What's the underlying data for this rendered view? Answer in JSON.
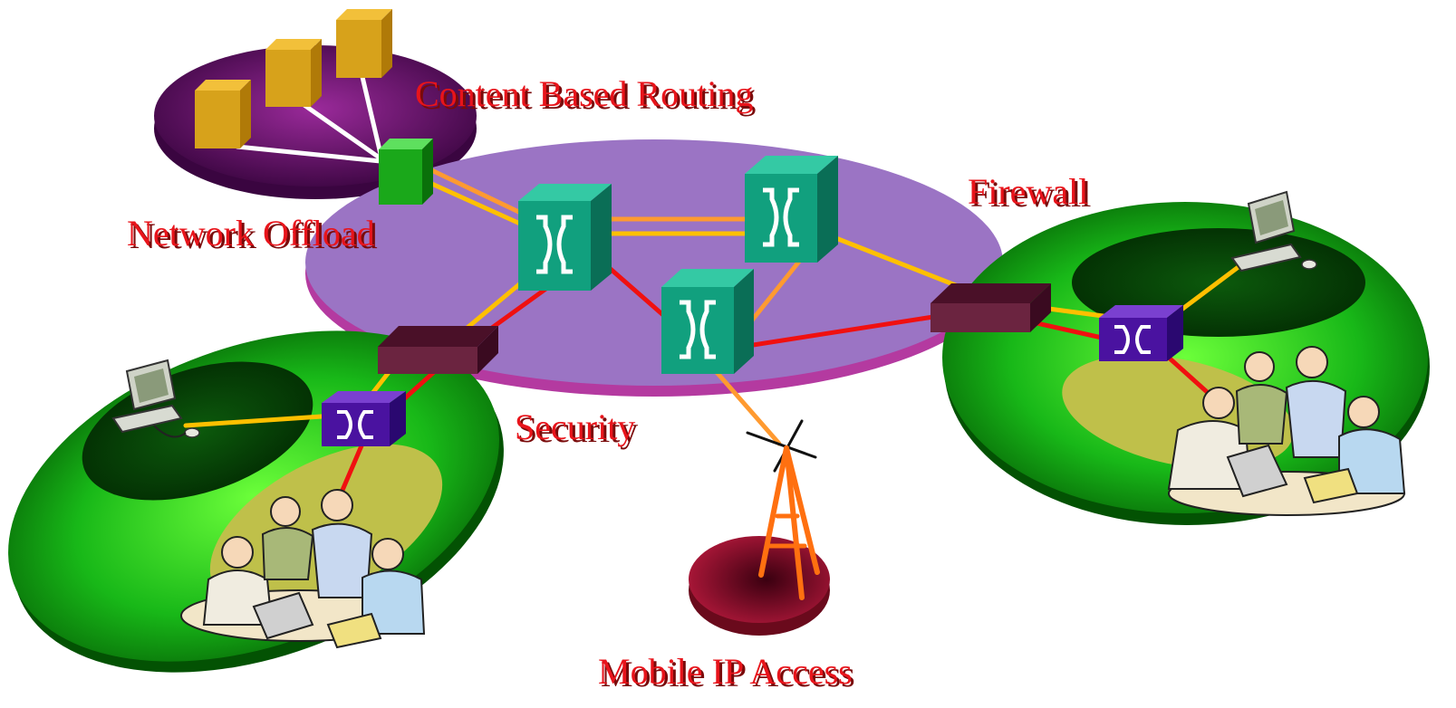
{
  "labels": {
    "content_based_routing": "Content Based Routing",
    "network_offload": "Network Offload",
    "firewall": "Firewall",
    "security": "Security",
    "mobile_ip_access": "Mobile IP Access"
  },
  "colors": {
    "label_red": "#e8141b",
    "core_ring": "#9b74c4",
    "core_rim": "#c43aa8",
    "offload_ring": "#6a0f6a",
    "campus_green": "#1fbf1f",
    "router_teal": "#11a07e",
    "edge_switch": "#4a12a0",
    "firewall_box": "#6b2440",
    "server_gold": "#d7a21b",
    "offload_switch": "#1aa81a",
    "mobile_base": "#9a0f2a",
    "link_red": "#f01010",
    "link_yellow": "#ffc000",
    "link_orange": "#ff9a30",
    "link_white": "#ffffff"
  },
  "icons": [
    "server-icon",
    "router-icon",
    "switch-icon",
    "firewall-icon",
    "computer-icon",
    "people-icon",
    "antenna-tower-icon"
  ]
}
